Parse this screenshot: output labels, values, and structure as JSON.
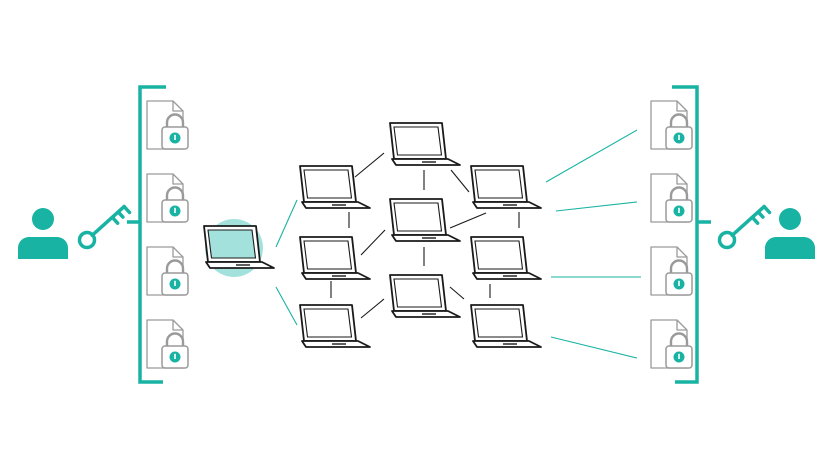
{
  "colors": {
    "accent": "#18b3a3",
    "accent_light": "#a3e2dc",
    "line_dark": "#1a1a1a",
    "doc_outline": "#9a9a9a",
    "background": "#ffffff"
  },
  "nodes": {
    "left_user": {
      "icon": "user-icon"
    },
    "left_key": {
      "icon": "key-icon"
    },
    "right_user": {
      "icon": "user-icon"
    },
    "right_key": {
      "icon": "key-icon"
    },
    "left_documents": {
      "count": 4,
      "icon": "locked-document-icon"
    },
    "right_documents": {
      "count": 4,
      "icon": "locked-document-icon"
    },
    "highlighted_laptop": {
      "icon": "laptop-icon",
      "highlighted": true
    },
    "network_laptops": {
      "count": 9,
      "icon": "laptop-icon"
    }
  }
}
